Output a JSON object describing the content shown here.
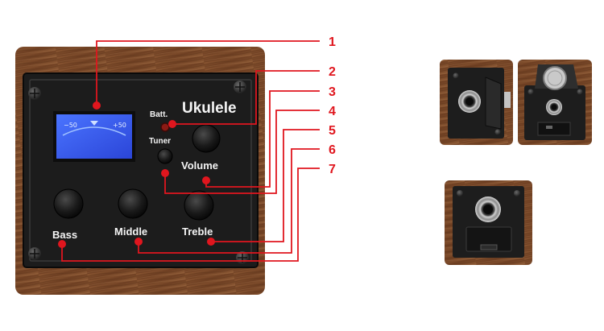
{
  "panel": {
    "brand": "Ukulele",
    "batt_label": "Batt.",
    "tuner_label": "Tuner",
    "volume_label": "Volume",
    "bass_label": "Bass",
    "middle_label": "Middle",
    "treble_label": "Treble",
    "lcd_left": "−50",
    "lcd_right": "+50"
  },
  "callouts": [
    "1",
    "2",
    "3",
    "4",
    "5",
    "6",
    "7"
  ],
  "colors": {
    "callout_red": "#e0161e",
    "wood": "#7a4a28",
    "faceplate": "#1c1c1c",
    "lcd": "#3b5ef0",
    "battery_led": "#8b1a14"
  }
}
